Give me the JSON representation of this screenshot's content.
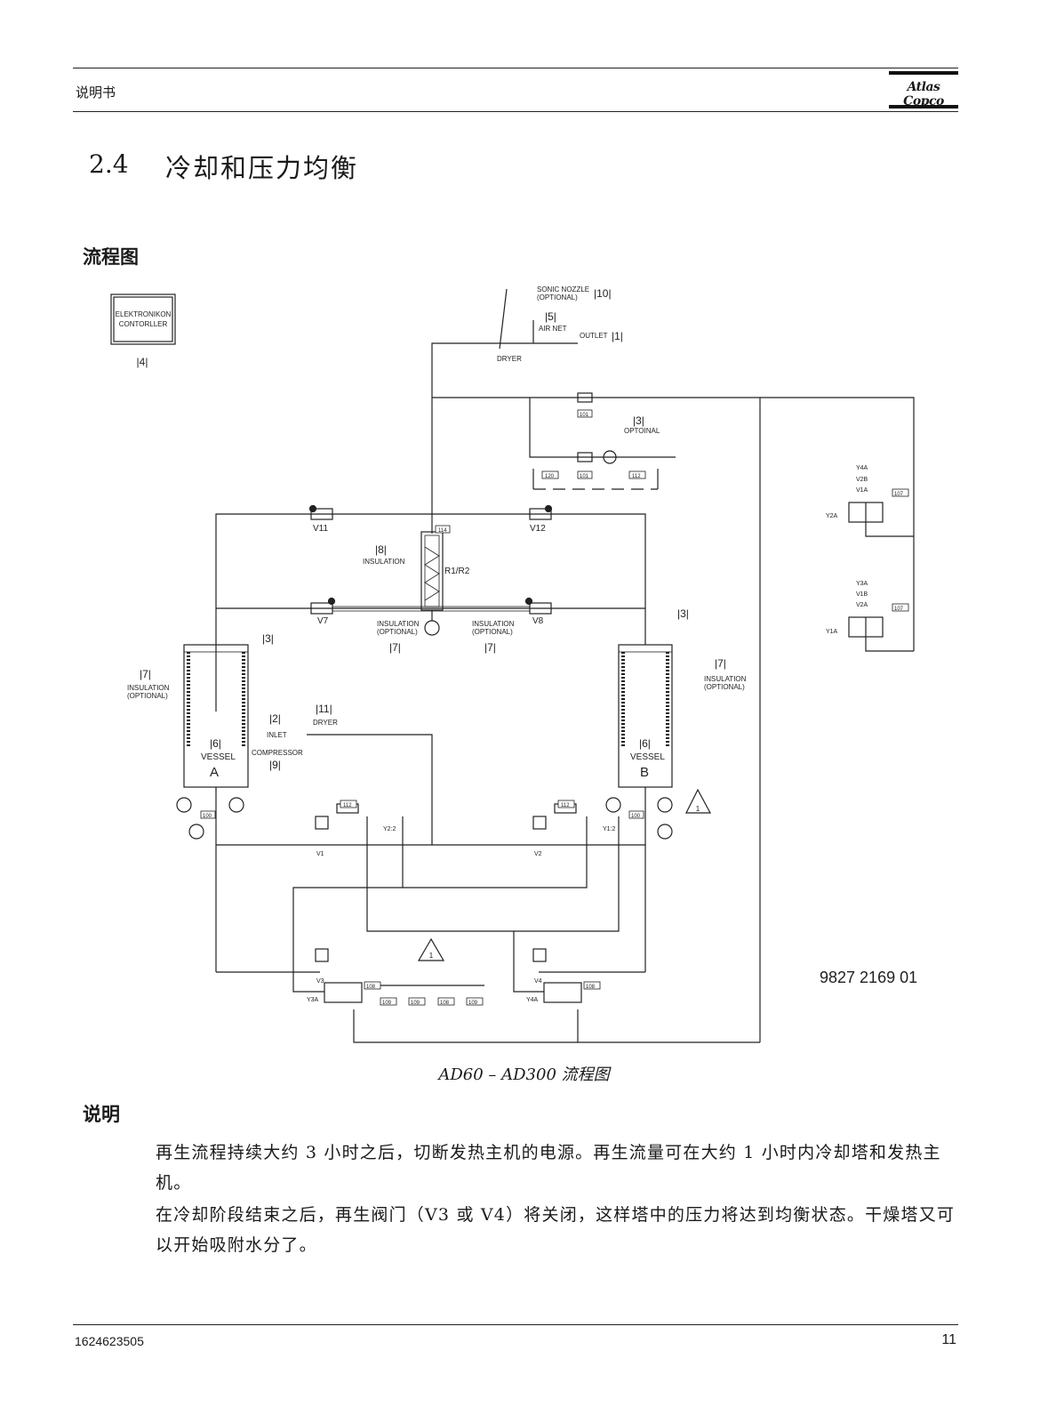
{
  "header": {
    "left_text": "说明书",
    "logo_text": "Atlas Copco"
  },
  "section": {
    "number": "2.4",
    "title": "冷却和压力均衡"
  },
  "subheading_flow": "流程图",
  "diagram": {
    "controller": "ELEKTRONIKON\nCONTORLLER",
    "labels": {
      "ref4": "|4|",
      "sonic": "SONIC NOZZLE",
      "optional_paren": "(OPTIONAL)",
      "ref10": "|10|",
      "ref5": "|5|",
      "air_net": "AIR NET",
      "outlet": "OUTLET",
      "ref1": "|1|",
      "dryer": "DRYER",
      "ref3": "|3|",
      "optoinal": "OPTOINAL",
      "v11": "V11",
      "v12": "V12",
      "v7": "V7",
      "v8": "V8",
      "v1": "V1",
      "v2": "V2",
      "v3": "V3",
      "v4": "V4",
      "r1r2": "R1/R2",
      "ref8": "|8|",
      "insulation": "INSULATION",
      "insulation_opt": "INSULATION",
      "ref7": "|7|",
      "ref6": "|6|",
      "vessel": "VESSEL",
      "a": "A",
      "b": "B",
      "ref2": "|2|",
      "inlet": "INLET",
      "ref11": "|11|",
      "compressor": "COMPRESSOR",
      "ref9": "|9|",
      "y2a": "Y2A",
      "y1a": "Y1A",
      "y3a": "Y3A",
      "y4a": "Y4A",
      "y4a_list": "Y4A",
      "v2b": "V2B",
      "v1a": "V1A",
      "y3a_list": "Y3A",
      "v1b": "V1B",
      "v2a": "V2A",
      "y22": "Y2:2",
      "y12": "Y1:2",
      "tag100": "100",
      "tag101": "101",
      "tag107": "107",
      "tag108": "108",
      "tag109": "109",
      "tag112": "112",
      "tag114": "114",
      "tag120": "120",
      "tri1": "1",
      "docnum": "9827 2169 01"
    }
  },
  "caption": "AD60 – AD300 流程图",
  "subheading_note": "说明",
  "paragraphs": [
    "再生流程持续大约 3 小时之后，切断发热主机的电源。再生流量可在大约 1 小时内冷却塔和发热主机。",
    "在冷却阶段结束之后，再生阀门（V3 或 V4）将关闭，这样塔中的压力将达到均衡状态。干燥塔又可以开始吸附水分了。"
  ],
  "footer": {
    "doc_number": "1624623505",
    "page_number": "11"
  }
}
